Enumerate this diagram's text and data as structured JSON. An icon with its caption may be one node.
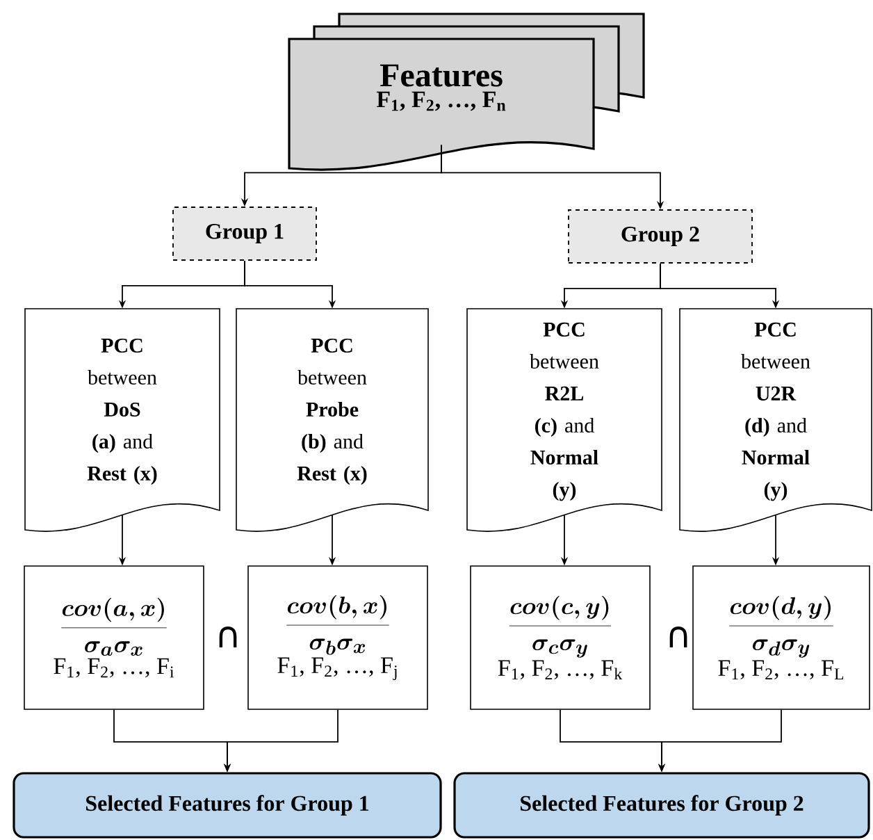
{
  "diagram": {
    "nodes": [
      {
        "text": [
          "Features",
          "F$_{1}$, F$_{2}$, …, F$_{n}$"
        ]
      },
      {
        "text": [
          "Group 1"
        ]
      },
      {
        "text": [
          "Group 2"
        ]
      },
      {
        "text": [
          "**PCC** between **DoS (a)** and **Rest (x)**"
        ]
      },
      {
        "text": [
          "**PCC** between **Probe (b)** and **Rest (x)**"
        ]
      },
      {
        "text": [
          "**PCC** between **R2L (c)** and **Normal (y)**"
        ]
      },
      {
        "text": [
          "**PCC** between **U2R (d)** and **Normal (y)**"
        ]
      },
      {
        "text": [
          "\\frac{cov(a,x)}{\\sigma_a\\sigma_x}",
          "F$_{1}$, F$_{2}$, …, F$_{i}$"
        ]
      },
      {
        "text": [
          "\\frac{cov(b,x)}{\\sigma_b\\sigma_x}",
          "F$_{1}$, F$_{2}$, …, F$_{j}$"
        ]
      },
      {
        "text": [
          "\\frac{cov(c,y)}{\\sigma_c\\sigma_y}",
          "F$_{1}$, F$_{2}$, …, F$_{k}$"
        ]
      },
      {
        "text": [
          "\\frac{cov(d,y)}{\\sigma_d\\sigma_y}",
          "F$_{1}$, F$_{2}$, …, F$_{L}$"
        ]
      },
      {
        "text": [
          "Selected Features for Group 1"
        ]
      },
      {
        "text": [
          "Selected Features for Group 2"
        ]
      }
    ],
    "edges": [
      {
        "from": 0,
        "to": 1,
        "arrow": "to"
      },
      {
        "from": 0,
        "to": 2,
        "arrow": "to"
      },
      {
        "from": 1,
        "to": 3,
        "arrow": "to"
      },
      {
        "from": 1,
        "to": 4,
        "arrow": "to"
      },
      {
        "from": 2,
        "to": 5,
        "arrow": "to"
      },
      {
        "from": 2,
        "to": 6,
        "arrow": "to"
      },
      {
        "from": 3,
        "to": 7,
        "arrow": "to"
      },
      {
        "from": 4,
        "to": 8,
        "arrow": "to"
      },
      {
        "from": 5,
        "to": 9,
        "arrow": "to"
      },
      {
        "from": 6,
        "to": 10,
        "arrow": "to"
      },
      {
        "from": 7,
        "to": 11,
        "arrow": "to"
      },
      {
        "from": 8,
        "to": 11,
        "arrow": "to"
      },
      {
        "from": 9,
        "to": 12,
        "arrow": "to"
      },
      {
        "from": 10,
        "to": 12,
        "arrow": "to"
      }
    ],
    "labels": [
      "∩",
      "∩"
    ]
  }
}
